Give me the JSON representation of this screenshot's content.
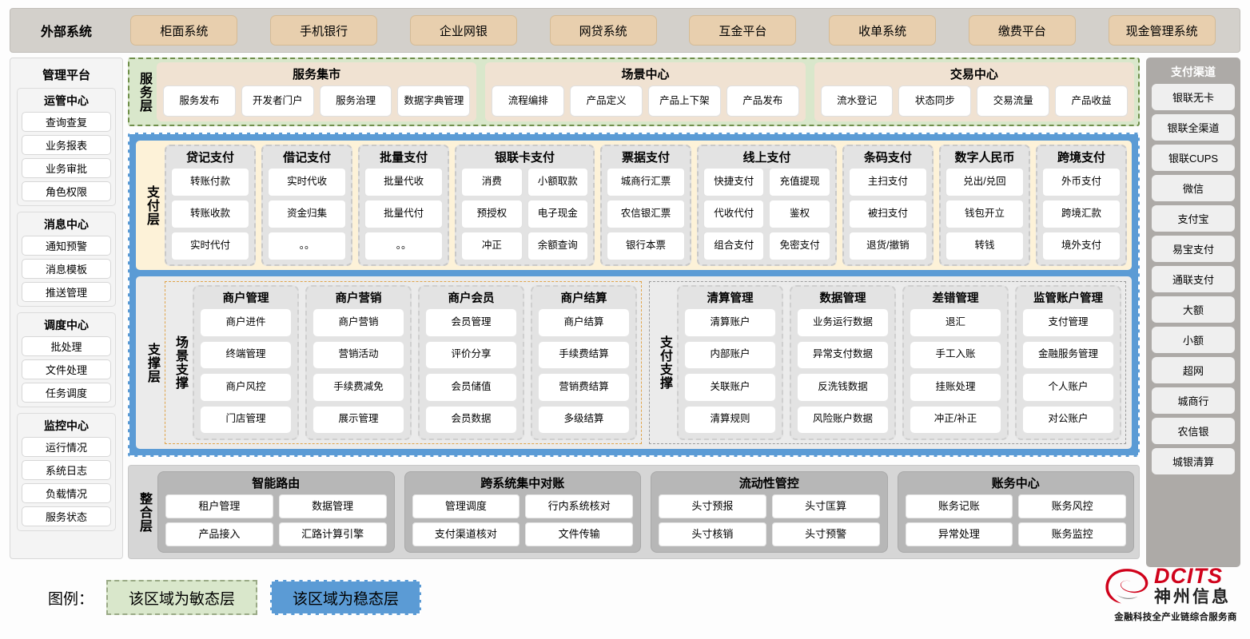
{
  "external": {
    "title": "外部系统",
    "items": [
      "柜面系统",
      "手机银行",
      "企业网银",
      "网贷系统",
      "互金平台",
      "收单系统",
      "缴费平台",
      "现金管理系统"
    ]
  },
  "management": {
    "title": "管理平台",
    "groups": [
      {
        "title": "运管中心",
        "items": [
          "查询查复",
          "业务报表",
          "业务审批",
          "角色权限"
        ]
      },
      {
        "title": "消息中心",
        "items": [
          "通知预警",
          "消息模板",
          "推送管理"
        ]
      },
      {
        "title": "调度中心",
        "items": [
          "批处理",
          "文件处理",
          "任务调度"
        ]
      },
      {
        "title": "监控中心",
        "items": [
          "运行情况",
          "系统日志",
          "负载情况",
          "服务状态"
        ]
      }
    ]
  },
  "channels": {
    "title": "支付渠道",
    "items": [
      "银联无卡",
      "银联全渠道",
      "银联CUPS",
      "微信",
      "支付宝",
      "易宝支付",
      "通联支付",
      "大额",
      "小额",
      "超网",
      "城商行",
      "农信银",
      "城银清算"
    ]
  },
  "service_layer": {
    "label": "服务层",
    "groups": [
      {
        "title": "服务集市",
        "items": [
          "服务发布",
          "开发者门户",
          "服务治理",
          "数据字典管理"
        ]
      },
      {
        "title": "场景中心",
        "items": [
          "流程编排",
          "产品定义",
          "产品上下架",
          "产品发布"
        ]
      },
      {
        "title": "交易中心",
        "items": [
          "流水登记",
          "状态同步",
          "交易流量",
          "产品收益"
        ]
      }
    ]
  },
  "payment_layer": {
    "label": "支付层",
    "groups": [
      {
        "title": "贷记支付",
        "cols": 1,
        "rows": [
          [
            "转账付款"
          ],
          [
            "转账收款"
          ],
          [
            "实时代付"
          ]
        ]
      },
      {
        "title": "借记支付",
        "cols": 1,
        "rows": [
          [
            "实时代收"
          ],
          [
            "资金归集"
          ],
          [
            "。。"
          ]
        ]
      },
      {
        "title": "批量支付",
        "cols": 1,
        "rows": [
          [
            "批量代收"
          ],
          [
            "批量代付"
          ],
          [
            "。。"
          ]
        ]
      },
      {
        "title": "银联卡支付",
        "cols": 2,
        "rows": [
          [
            "消费",
            "小额取款"
          ],
          [
            "预授权",
            "电子现金"
          ],
          [
            "冲正",
            "余额查询"
          ]
        ]
      },
      {
        "title": "票据支付",
        "cols": 1,
        "rows": [
          [
            "城商行汇票"
          ],
          [
            "农信银汇票"
          ],
          [
            "银行本票"
          ]
        ]
      },
      {
        "title": "线上支付",
        "cols": 2,
        "rows": [
          [
            "快捷支付",
            "充值提现"
          ],
          [
            "代收代付",
            "鉴权"
          ],
          [
            "组合支付",
            "免密支付"
          ]
        ]
      },
      {
        "title": "条码支付",
        "cols": 1,
        "rows": [
          [
            "主扫支付"
          ],
          [
            "被扫支付"
          ],
          [
            "退货/撤销"
          ]
        ]
      },
      {
        "title": "数字人民币",
        "cols": 1,
        "rows": [
          [
            "兑出/兑回"
          ],
          [
            "钱包开立"
          ],
          [
            "转钱"
          ]
        ]
      },
      {
        "title": "跨境支付",
        "cols": 1,
        "rows": [
          [
            "外币支付"
          ],
          [
            "跨境汇款"
          ],
          [
            "境外支付"
          ]
        ]
      }
    ]
  },
  "support_layer": {
    "label": "支撑层",
    "zones": [
      {
        "label": "场景支撑",
        "cards": [
          {
            "title": "商户管理",
            "items": [
              "商户进件",
              "终端管理",
              "商户风控",
              "门店管理"
            ]
          },
          {
            "title": "商户营销",
            "items": [
              "商户营销",
              "营销活动",
              "手续费减免",
              "展示管理"
            ]
          },
          {
            "title": "商户会员",
            "items": [
              "会员管理",
              "评价分享",
              "会员储值",
              "会员数据"
            ]
          },
          {
            "title": "商户结算",
            "items": [
              "商户结算",
              "手续费结算",
              "营销费结算",
              "多级结算"
            ]
          }
        ]
      },
      {
        "label": "支付支撑",
        "cards": [
          {
            "title": "清算管理",
            "items": [
              "清算账户",
              "内部账户",
              "关联账户",
              "清算规则"
            ]
          },
          {
            "title": "数据管理",
            "items": [
              "业务运行数据",
              "异常支付数据",
              "反洗钱数据",
              "风险账户数据"
            ]
          },
          {
            "title": "差错管理",
            "items": [
              "退汇",
              "手工入账",
              "挂账处理",
              "冲正/补正"
            ]
          },
          {
            "title": "监管账户管理",
            "items": [
              "支付管理",
              "金融服务管理",
              "个人账户",
              "对公账户"
            ]
          }
        ]
      }
    ]
  },
  "integration_layer": {
    "label": "整合层",
    "cards": [
      {
        "title": "智能路由",
        "rows": [
          [
            "租户管理",
            "数据管理"
          ],
          [
            "产品接入",
            "汇路计算引擎"
          ]
        ]
      },
      {
        "title": "跨系统集中对账",
        "rows": [
          [
            "管理调度",
            "行内系统核对"
          ],
          [
            "支付渠道核对",
            "文件传输"
          ]
        ]
      },
      {
        "title": "流动性管控",
        "rows": [
          [
            "头寸预报",
            "头寸匡算"
          ],
          [
            "头寸核销",
            "头寸预警"
          ]
        ]
      },
      {
        "title": "账务中心",
        "rows": [
          [
            "账务记账",
            "账务风控"
          ],
          [
            "异常处理",
            "账务监控"
          ]
        ]
      }
    ]
  },
  "legend": {
    "label": "图例：",
    "agile_text": "该区域为敏态层",
    "stable_text": "该区域为稳态层",
    "agile_color": "#d9e7cb",
    "stable_color": "#5b9bd5"
  },
  "logo": {
    "en": "DCITS",
    "cn": "神州信息",
    "tagline": "金融科技全产业链综合服务商",
    "brand_color": "#d0021b"
  }
}
